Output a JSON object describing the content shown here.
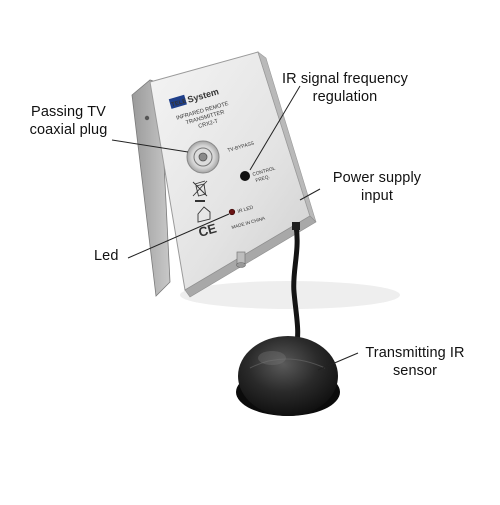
{
  "callouts": {
    "coaxial_plug": [
      "Passing TV",
      "coaxial plug"
    ],
    "ir_frequency": [
      "IR signal frequency",
      "regulation"
    ],
    "power_input": [
      "Power supply",
      "input"
    ],
    "led": "Led",
    "ir_sensor": [
      "Transmitting IR",
      "sensor"
    ]
  },
  "device": {
    "logo_mark": "TELE",
    "logo_brand": "System",
    "model_line1": "INFRARED REMOTE",
    "model_line2": "TRANSMITTER",
    "model_code": "CRX2-T",
    "tv_bypass": "TV-BYPASS",
    "control_freq_line1": "CONTROL",
    "control_freq_line2": "FREQ.",
    "ir_led": "IR LED",
    "made_in": "MADE IN CHINA",
    "ce_mark": "CE"
  }
}
